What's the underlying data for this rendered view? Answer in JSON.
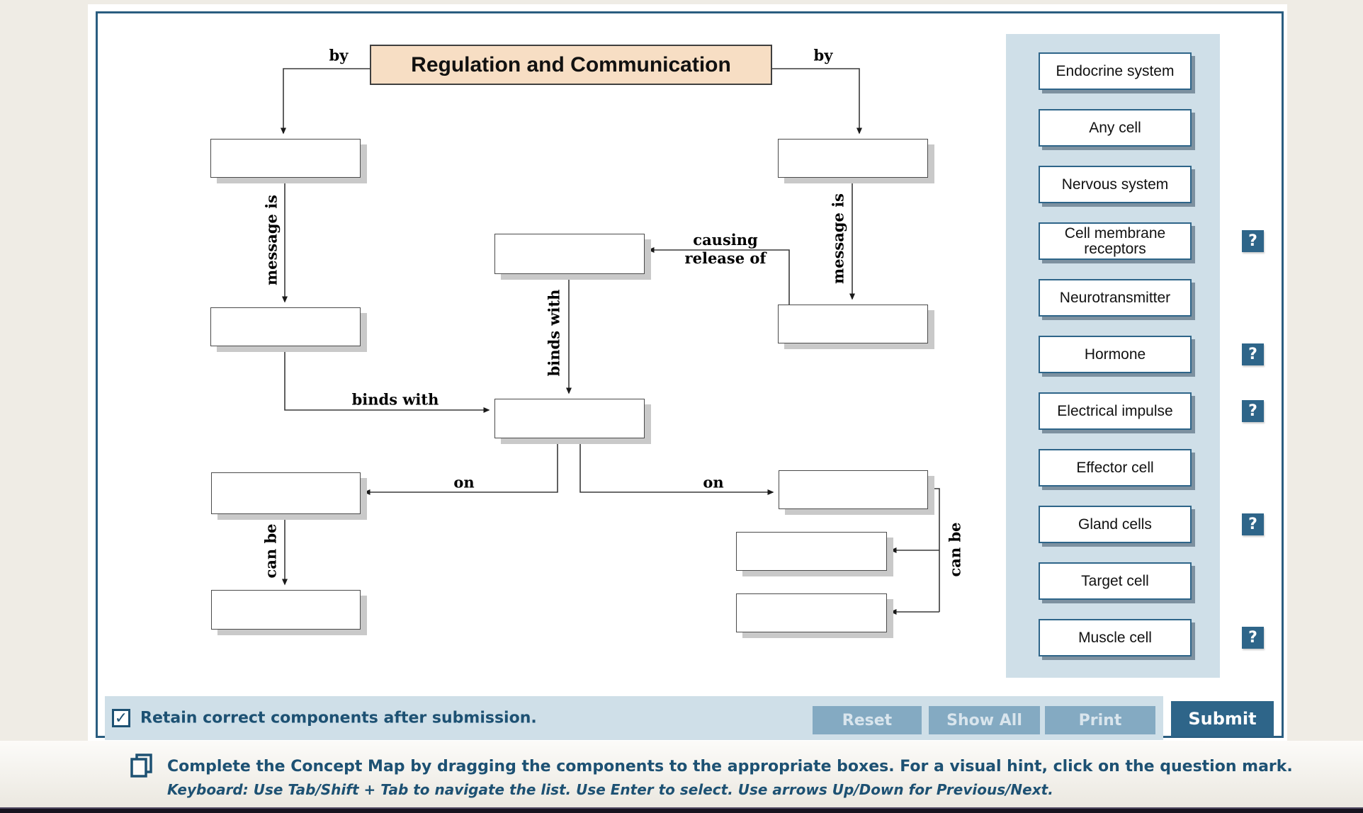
{
  "title": "Regulation and Communication",
  "map": {
    "labels": {
      "by_left": "by",
      "by_right": "by",
      "message_is_left": "message is",
      "message_is_right": "message is",
      "causing_line1": "causing",
      "causing_line2": "release of",
      "binds_with_vertical": "binds with",
      "binds_with_left": "binds with",
      "on_left": "on",
      "on_right": "on",
      "can_be_left": "can be",
      "can_be_right": "can be"
    }
  },
  "tray": {
    "items": [
      {
        "label": "Endocrine system"
      },
      {
        "label": "Any cell"
      },
      {
        "label": "Nervous system"
      },
      {
        "label": "Cell membrane receptors"
      },
      {
        "label": "Neurotransmitter"
      },
      {
        "label": "Hormone"
      },
      {
        "label": "Electrical impulse"
      },
      {
        "label": "Effector cell"
      },
      {
        "label": "Gland cells"
      },
      {
        "label": "Target cell"
      },
      {
        "label": "Muscle cell"
      }
    ]
  },
  "icons": {
    "hint": "?",
    "check": "✓"
  },
  "footer": {
    "checkbox_label": "Retain correct components after submission.",
    "reset": "Reset",
    "show_all": "Show All",
    "print": "Print",
    "submit": "Submit"
  },
  "instructions": {
    "line1": "Complete the Concept Map by dragging the components to the appropriate boxes. For a visual hint, click on the question mark.",
    "line2": "Keyboard: Use Tab/Shift + Tab to navigate the list.  Use Enter to select.  Use arrows Up/Down for Previous/Next."
  },
  "colors": {
    "accent": "#2e6589",
    "panel_border": "#2a5d80",
    "tray_bg": "#cfdfe8",
    "title_bg": "#f7dec4",
    "disabled_button": "#84aac2",
    "text_blue": "#1d5173"
  }
}
